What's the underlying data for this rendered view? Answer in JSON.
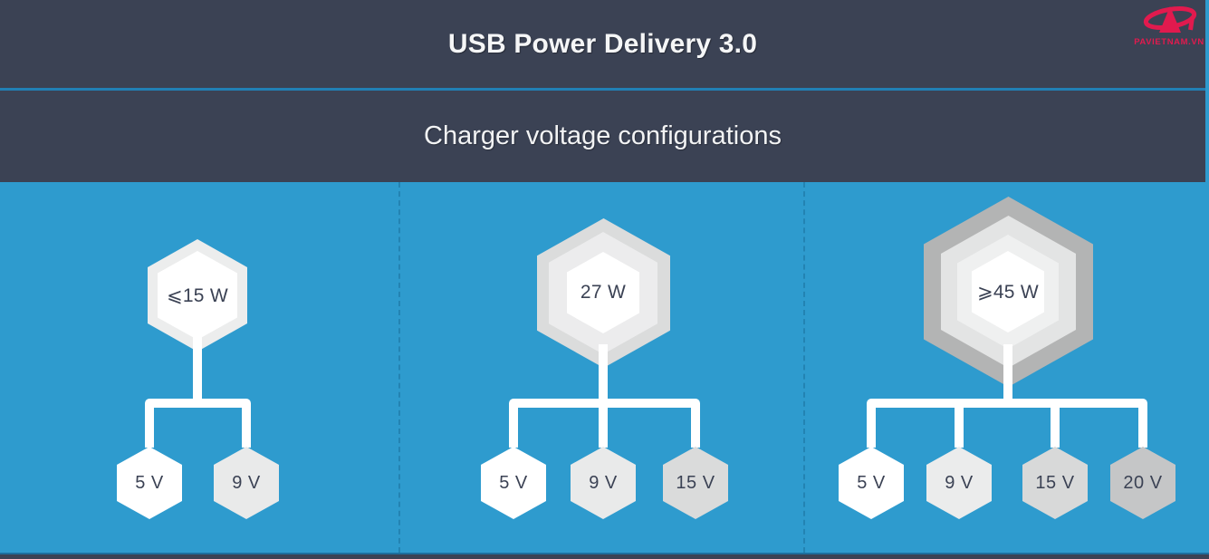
{
  "header": {
    "title": "USB Power Delivery 3.0"
  },
  "subheader": {
    "title": "Charger voltage configurations"
  },
  "logo": {
    "text": "PAVIETNAM.VN"
  },
  "panels": [
    {
      "power": "⩽15 W",
      "ring_colors": [
        "#eceded",
        "#ffffff"
      ],
      "voltages": [
        {
          "label": "5 V",
          "color": "#ffffff"
        },
        {
          "label": "9 V",
          "color": "#e9eaea"
        }
      ]
    },
    {
      "power": "27 W",
      "ring_colors": [
        "#dbdcdc",
        "#ececed",
        "#ffffff"
      ],
      "voltages": [
        {
          "label": "5 V",
          "color": "#ffffff"
        },
        {
          "label": "9 V",
          "color": "#e9eaea"
        },
        {
          "label": "15 V",
          "color": "#dadbdb"
        }
      ]
    },
    {
      "power": "⩾45 W",
      "ring_colors": [
        "#b3b4b4",
        "#e3e4e4",
        "#eff0f0",
        "#ffffff"
      ],
      "voltages": [
        {
          "label": "5 V",
          "color": "#ffffff"
        },
        {
          "label": "9 V",
          "color": "#ebecec"
        },
        {
          "label": "15 V",
          "color": "#d8d9d9"
        },
        {
          "label": "20 V",
          "color": "#c5c6c7"
        }
      ]
    }
  ],
  "colors": {
    "background": "#2e9bce",
    "header_bg": "#3b4254",
    "divider_blue": "#2180b5",
    "panel_divider": "#2383b2",
    "bottom_line": "#1d6f9e",
    "label_text": "#3b4254",
    "connector": "#ffffff",
    "logo_red": "#e11a4e"
  }
}
